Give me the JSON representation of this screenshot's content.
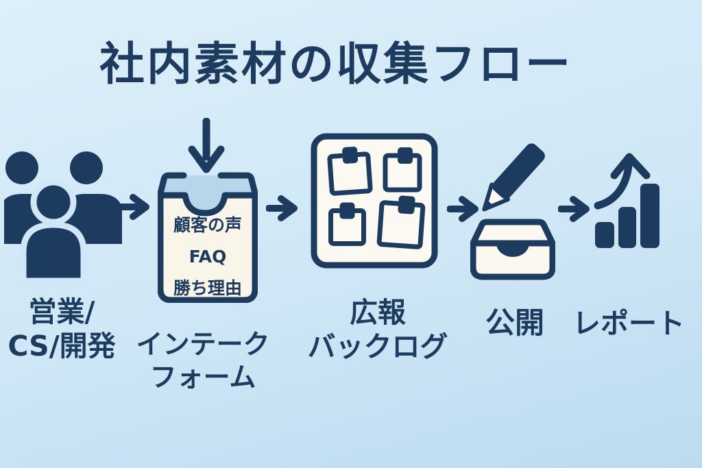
{
  "title": "社内素材の収集フロー",
  "colors": {
    "background_top": "#ddeffa",
    "background_mid": "#cfe7f6",
    "background_bottom": "#bcdbf0",
    "ink": "#1d3a5f",
    "form_fill": "#faf5e9",
    "form_top_fill": "#b6d6e9",
    "board_fill": "#fbf9f1",
    "tray_fill": "#fbf8ef",
    "pencil_wood": "#fdfbf4"
  },
  "flow": {
    "steps": [
      {
        "id": "sources",
        "icon": "people-group-icon",
        "label_lines": [
          "営業/",
          "CS/開発"
        ]
      },
      {
        "id": "intake-form",
        "icon": "intake-form-icon",
        "input_icon": "down-arrow-icon",
        "label_lines": [
          "インテーク",
          "フォーム"
        ],
        "form_items": [
          "顧客の声",
          "FAQ",
          "勝ち理由"
        ]
      },
      {
        "id": "pr-backlog",
        "icon": "sticky-notes-board-icon",
        "label_lines": [
          "広報",
          "バックログ"
        ]
      },
      {
        "id": "publish",
        "icon": "pencil-and-tray-icon",
        "label_lines": [
          "公開"
        ]
      },
      {
        "id": "report",
        "icon": "bar-chart-up-icon",
        "label_lines": [
          "レポート"
        ]
      }
    ],
    "connector_icon": "right-arrow-icon"
  }
}
